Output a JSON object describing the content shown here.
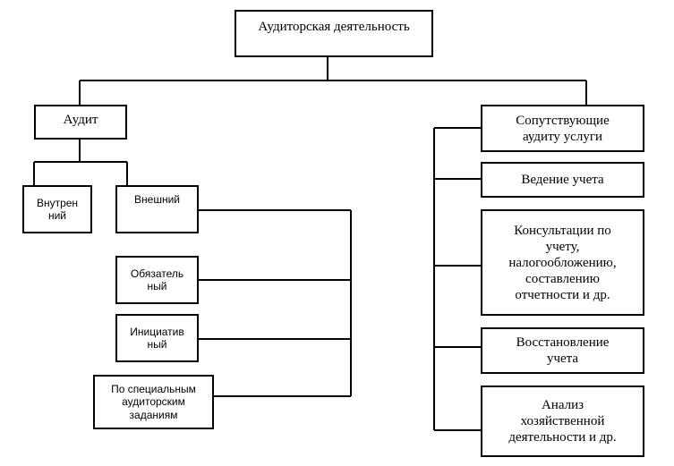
{
  "root": {
    "label": "Аудиторская деятельность"
  },
  "left": {
    "audit": "Аудит",
    "internal": "Внутрен\nний",
    "external": "Внешний",
    "mandatory": "Обязатель\nный",
    "initiative": "Инициатив\nный",
    "special": "По специальным\nаудиторским\nзаданиям"
  },
  "right": {
    "related": "Сопутствующие\nаудиту услуги",
    "accounting": "Ведение учета",
    "consulting": "Консультации по\nучету,\nналогообложению,\nсоставлению\nотчетности и др.",
    "restoration": "Восстановление\nучета",
    "analysis": "Анализ\nхозяйственной\nдеятельности и др."
  }
}
